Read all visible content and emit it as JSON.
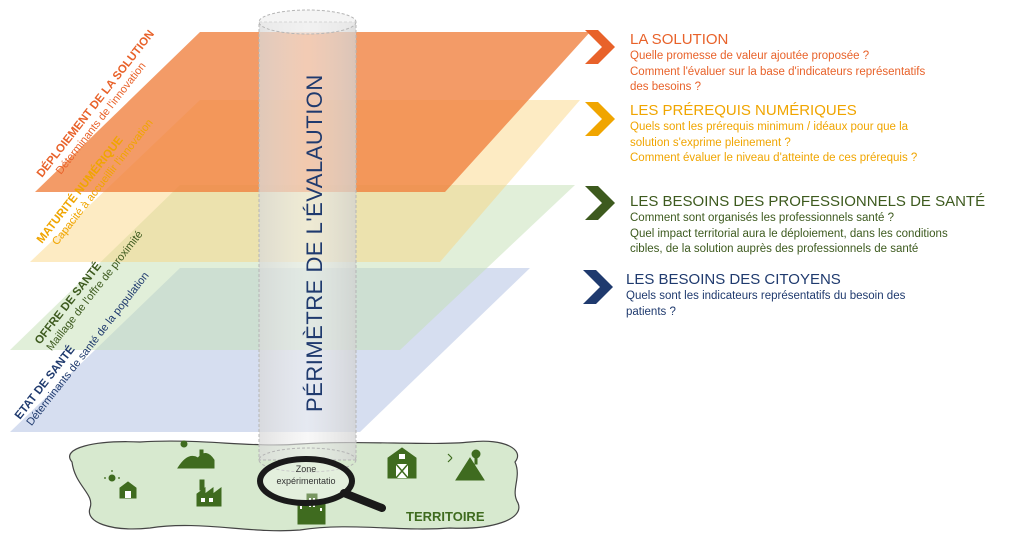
{
  "perimeter_label": "PÉRIMÈTRE DE L'ÉVALAUTION",
  "layers": [
    {
      "title": "DÉPLOIEMENT DE LA SOLUTION",
      "subtitle": "Déterminants de l'innovation",
      "color": "#f07f3c",
      "text_color": "#e8622a"
    },
    {
      "title": "MATURITÉ NUMÉRIQUE",
      "subtitle": "Capacité à accueillir l'innovation",
      "color": "#fbd27a",
      "text_color": "#f0a500"
    },
    {
      "title": "OFFRE DE SANTÉ",
      "subtitle": "Maillage de l'offre de proximité",
      "color": "#c4e0b4",
      "text_color": "#3d5a1e"
    },
    {
      "title": "ETAT DE SANTÉ",
      "subtitle": "Déterminants de santé de la population",
      "color": "#b4c3e4",
      "text_color": "#1f3a6e"
    }
  ],
  "sections": [
    {
      "title": "LA SOLUTION",
      "lines": [
        "Quelle promesse de valeur ajoutée proposée ?",
        "Comment l'évaluer sur la base d'indicateurs représentatifs",
        "des besoins ?"
      ],
      "color": "#e8622a"
    },
    {
      "title": "LES PRÉREQUIS NUMÉRIQUES",
      "lines": [
        "Quels sont les prérequis  minimum / idéaux pour que la",
        "solution s'exprime pleinement ?",
        "Comment évaluer le niveau d'atteinte de ces prérequis ?"
      ],
      "color": "#f0a500"
    },
    {
      "title": "LES BESOINS DES PROFESSIONNELS DE SANTÉ",
      "lines": [
        "Comment sont organisés les professionnels santé ?",
        "Quel impact territorial aura le déploiement, dans les conditions",
        "cibles, de la solution auprès des professionnels de santé"
      ],
      "color": "#3d5a1e"
    },
    {
      "title": "LES BESOINS DES CITOYENS",
      "lines": [
        "Quels sont les indicateurs représentatifs du besoin des",
        "patients ?"
      ],
      "color": "#1f3a6e"
    }
  ],
  "territory": {
    "zone_label_line1": "Zone",
    "zone_label_line2": "expérimentatio",
    "label": "TERRITOIRE",
    "fill_color": "#d7e9cf",
    "icon_color": "#3f6b1f"
  },
  "icons": [
    "sun-barn-icon",
    "sun-hills-icon",
    "factory-icon",
    "buildings-icon",
    "barn-icon",
    "mountain-tree-icon",
    "magnifier-icon"
  ]
}
